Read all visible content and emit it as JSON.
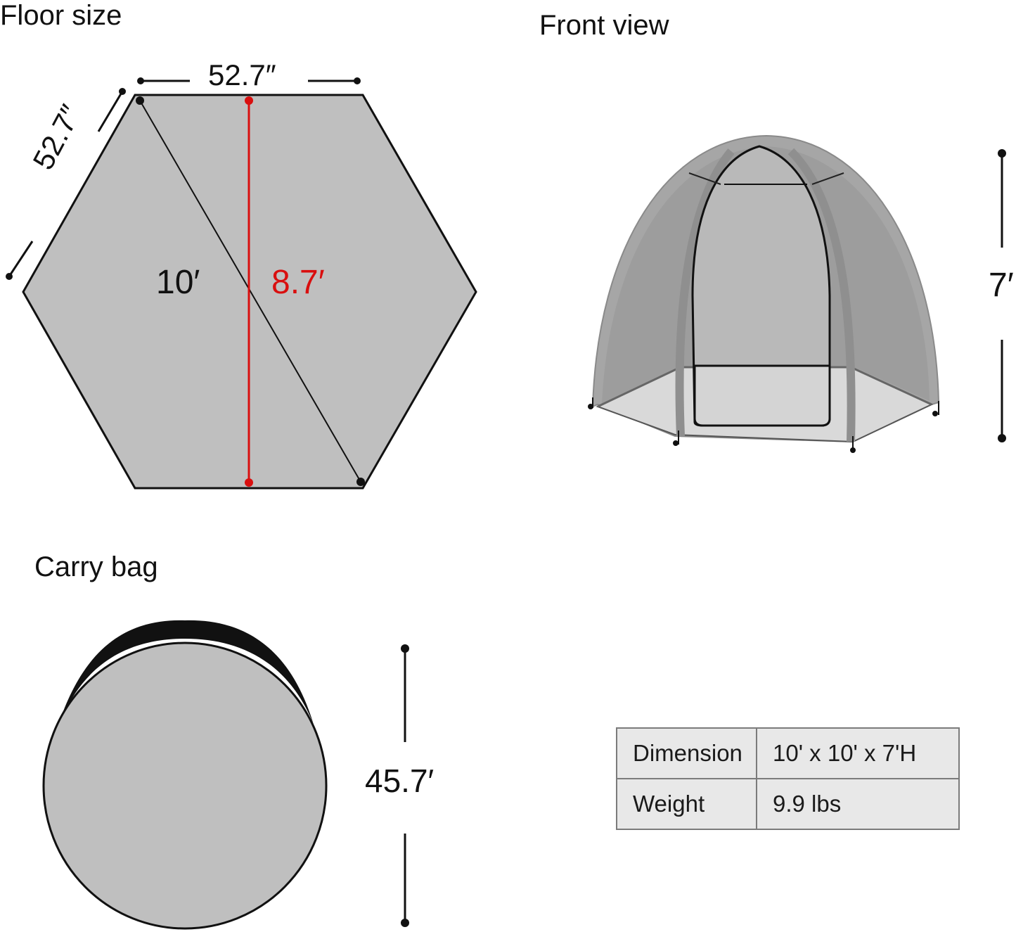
{
  "sections": {
    "floor": {
      "title": "Floor size",
      "side_top": "52.7″",
      "side_left": "52.7″",
      "diagonal": "10′",
      "width": "8.7′"
    },
    "front": {
      "title": "Front view",
      "height": "7′"
    },
    "bag": {
      "title": "Carry bag",
      "height": "45.7′"
    }
  },
  "specs": {
    "rows": [
      {
        "label": "Dimension",
        "value": "10' x 10' x 7'H"
      },
      {
        "label": "Weight",
        "value": "9.9 lbs"
      }
    ]
  },
  "colors": {
    "fill_gray": "#bfbfbf",
    "accent_red": "#d90f0f",
    "outline": "#111111",
    "table_bg": "#e8e8e8"
  }
}
